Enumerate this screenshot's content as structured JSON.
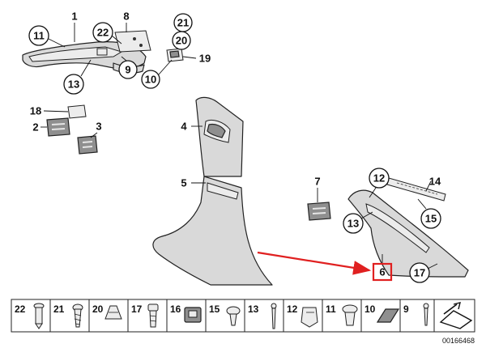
{
  "diagram": {
    "callouts": {
      "c1": "1",
      "c8": "8",
      "c11": "11",
      "c22": "22",
      "c21": "21",
      "c20": "20",
      "c19": "19",
      "c9": "9",
      "c10": "10",
      "c13a": "13",
      "c18": "18",
      "c2": "2",
      "c3": "3",
      "c4": "4",
      "c5": "5",
      "c7": "7",
      "c12": "12",
      "c14": "14",
      "c13b": "13",
      "c15": "15",
      "c6": "6",
      "c17": "17"
    },
    "highlight_color": "#e02020",
    "legend": [
      "22",
      "21",
      "20",
      "17",
      "16",
      "15",
      "13",
      "12",
      "11",
      "10",
      "9"
    ],
    "doc_number": "00166468"
  }
}
